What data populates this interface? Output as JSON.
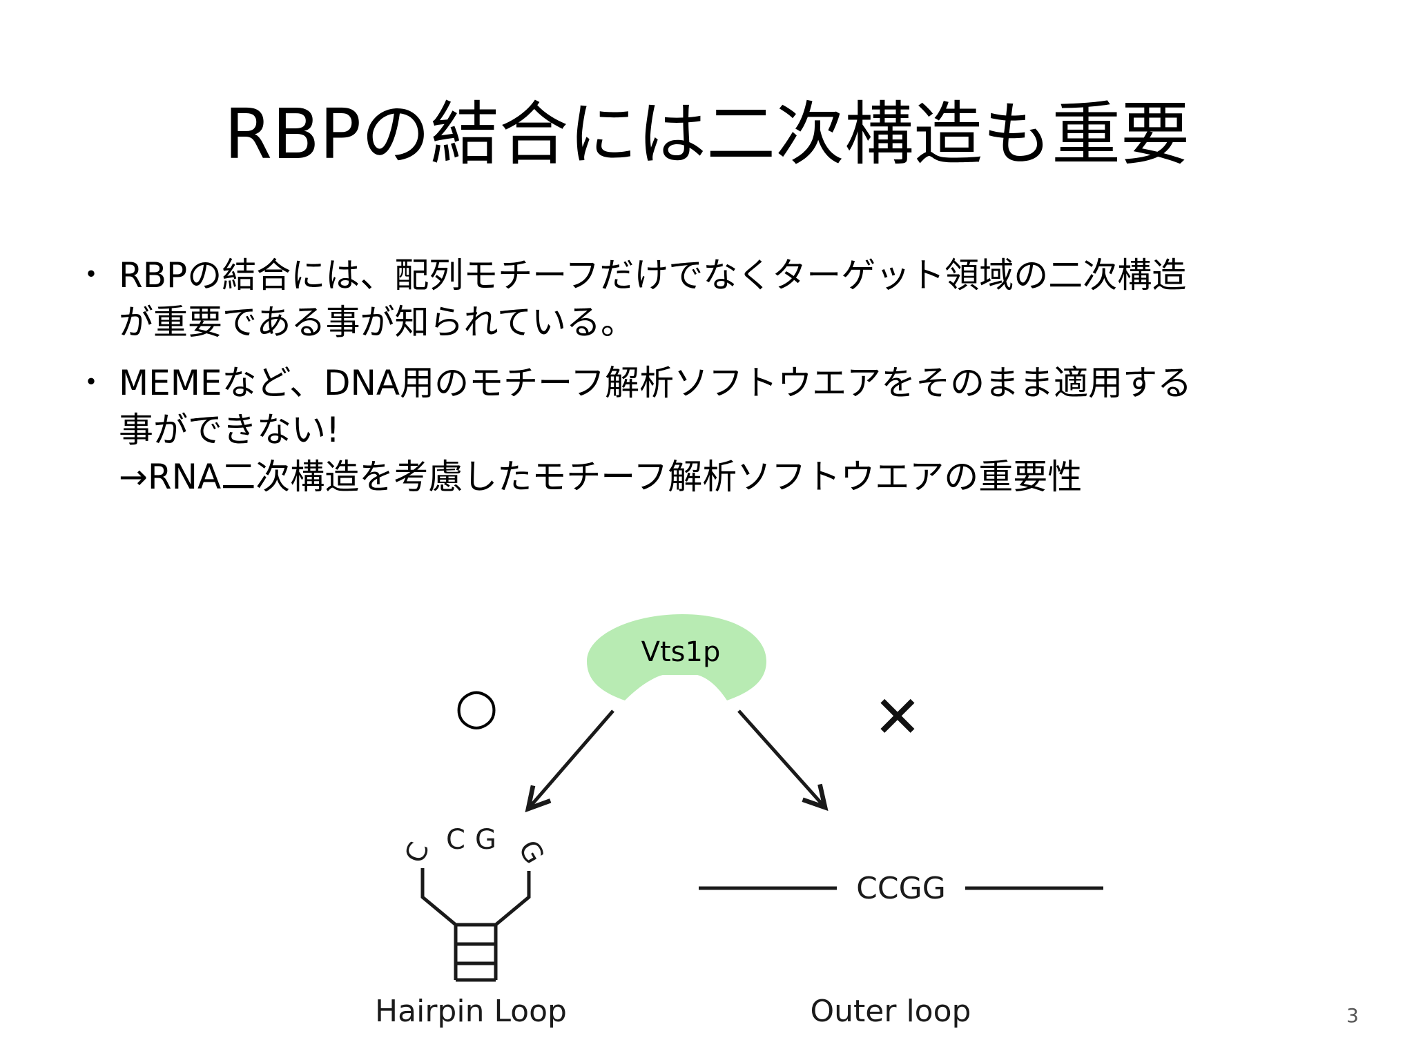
{
  "title": "RBPの結合には二次構造も重要",
  "bullets": [
    {
      "lines": [
        "RBPの結合には、配列モチーフだけでなくターゲット領域の二次構造",
        "が重要である事が知られている。"
      ]
    },
    {
      "lines": [
        "MEMEなど、DNA用のモチーフ解析ソフトウエアをそのまま適用する",
        "事ができない!",
        "→RNA二次構造を考慮したモチーフ解析ソフトウエアの重要性"
      ]
    }
  ],
  "bullet_symbol": "・",
  "figure": {
    "protein_label": "Vts1p",
    "protein_color": "#b8ebb3",
    "ok_symbol": "○",
    "ng_symbol": "✕",
    "hairpin_loop_letters": [
      "C",
      "C",
      "G",
      "G"
    ],
    "outer_loop_sequence": "CCGG",
    "hairpin_caption": "Hairpin Loop",
    "outer_caption": "Outer loop"
  },
  "page_number": "3"
}
